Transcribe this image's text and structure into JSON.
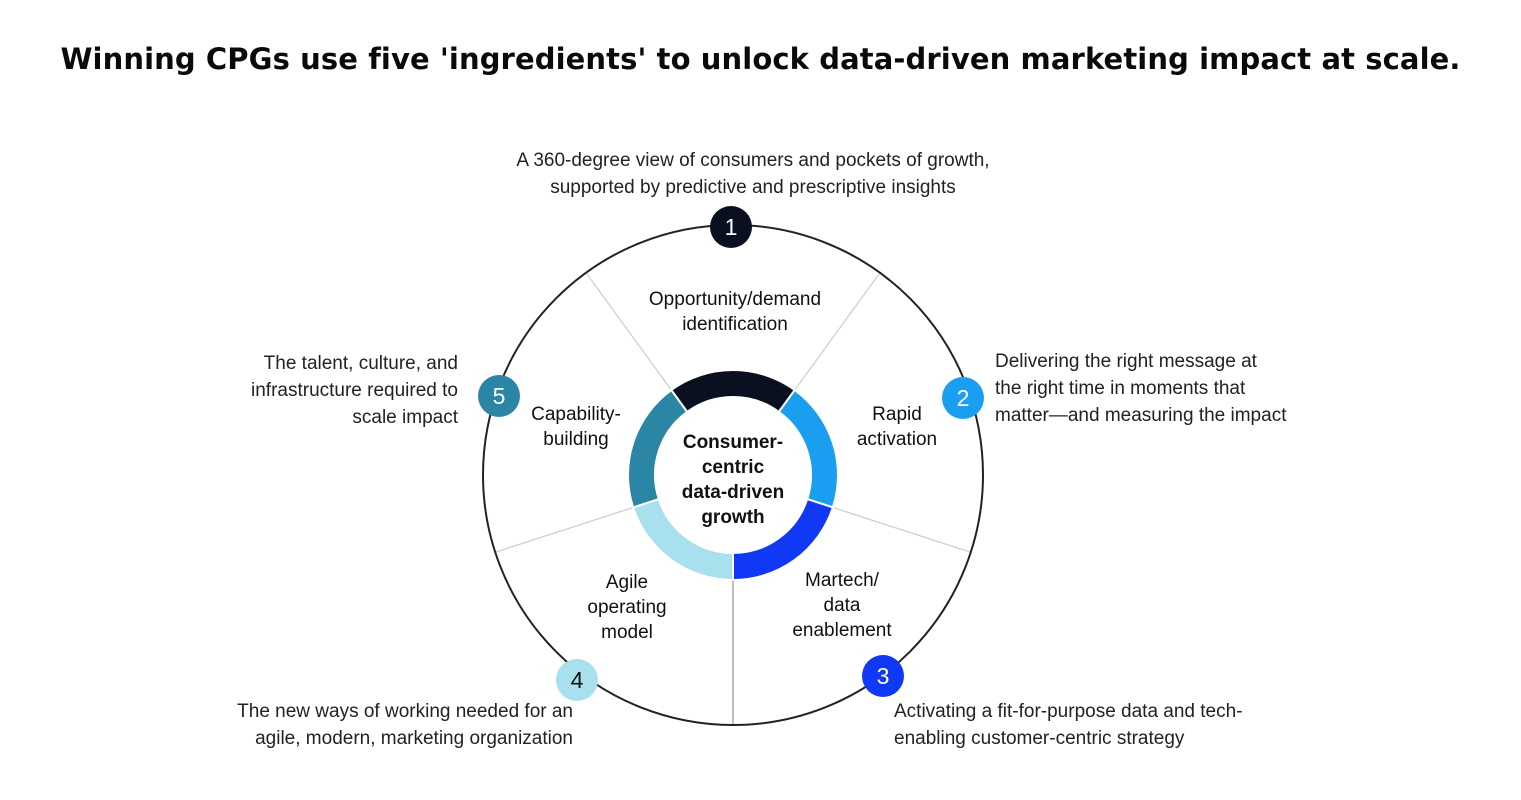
{
  "title": "Winning CPGs use five 'ingredients' to unlock data-driven marketing impact at scale.",
  "center": "Consumer-centric data-driven growth",
  "ingredients": [
    {
      "number": "1",
      "name_lines": [
        "Opportunity/demand",
        "identification"
      ],
      "desc_lines": [
        "A 360-degree view of consumers and pockets of growth,",
        "supported by predictive and prescriptive insights"
      ],
      "color": "#0b1020"
    },
    {
      "number": "2",
      "name_lines": [
        "Rapid",
        "activation"
      ],
      "desc_lines": [
        "Delivering the right message at",
        "the right time in moments that",
        "matter—and measuring the impact"
      ],
      "color": "#1a9ff0"
    },
    {
      "number": "3",
      "name_lines": [
        "Martech/",
        "data",
        "enablement"
      ],
      "desc_lines": [
        "Activating a fit-for-purpose data and tech-",
        "enabling customer-centric strategy"
      ],
      "color": "#1138f5"
    },
    {
      "number": "4",
      "name_lines": [
        "Agile",
        "operating",
        "model"
      ],
      "desc_lines": [
        "The new ways of working needed for an",
        "agile, modern, marketing organization"
      ],
      "color": "#a8e0ee"
    },
    {
      "number": "5",
      "name_lines": [
        "Capability-",
        "building"
      ],
      "desc_lines": [
        "The talent, culture, and",
        "infrastructure required to",
        "scale impact"
      ],
      "color": "#2a86a4"
    }
  ],
  "center_lines": [
    "Consumer-",
    "centric",
    "data-driven",
    "growth"
  ]
}
